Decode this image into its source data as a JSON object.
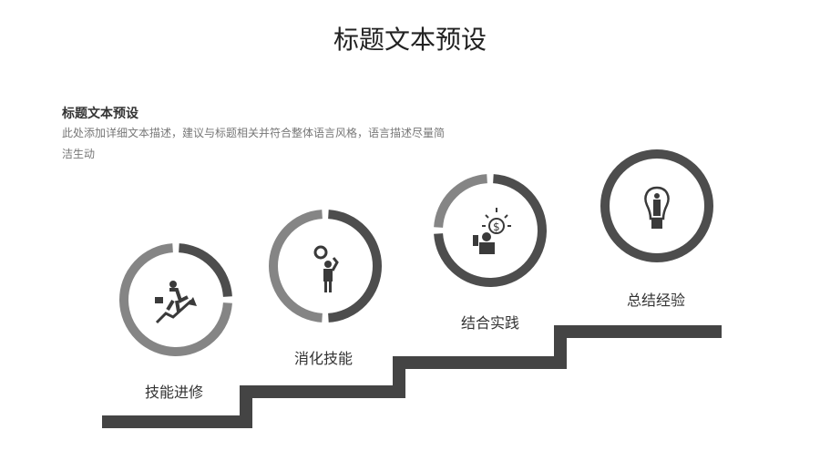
{
  "title": "标题文本预设",
  "subtitle": "标题文本预设",
  "description": "此处添加详细文本描述，建议与标题相关并符合整体语言风格，语言描述尽量简洁生动",
  "colors": {
    "dark": "#4d4d4d",
    "light": "#858585"
  },
  "steps": [
    {
      "label": "技能进修",
      "progress": 0.25,
      "icon": "running-businessman-icon"
    },
    {
      "label": "消化技能",
      "progress": 0.5,
      "icon": "magnifier-businessman-icon"
    },
    {
      "label": "结合实践",
      "progress": 0.75,
      "icon": "idea-dollar-icon"
    },
    {
      "label": "总结经验",
      "progress": 1.0,
      "icon": "lightbulb-person-icon"
    }
  ]
}
